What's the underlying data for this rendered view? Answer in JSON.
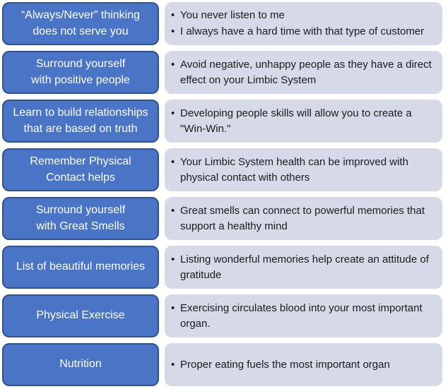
{
  "bullet_glyph": "•",
  "colors": {
    "left_box_fill": "#4A74C6",
    "left_box_border": "#2F5291",
    "right_box_fill": "#D6D9E8",
    "heading_text": "#FFFFFF",
    "body_text": "#1B1B1B",
    "background": "#FFFFFF"
  },
  "rows": [
    {
      "heading": "“Always/Never” thinking does not serve you",
      "bullets": [
        "You never listen to me",
        "I always have a hard time with that type of customer"
      ]
    },
    {
      "heading": "Surround yourself with positive people",
      "bullets": [
        "Avoid negative, unhappy people as they have a direct effect on your Limbic System"
      ]
    },
    {
      "heading": "Learn to build relationships that are based on truth",
      "bullets": [
        "Developing people skills will allow you to create a \"Win-Win.\""
      ]
    },
    {
      "heading": "Remember Physical Contact helps",
      "bullets": [
        "Your Limbic System health can be improved with physical contact with others"
      ]
    },
    {
      "heading": "Surround yourself with Great Smells",
      "bullets": [
        "Great smells can connect to powerful memories that support a healthy mind"
      ]
    },
    {
      "heading": "List of beautiful memories",
      "bullets": [
        "Listing wonderful memories help create an attitude of gratitude"
      ]
    },
    {
      "heading": "Physical Exercise",
      "bullets": [
        "Exercising circulates blood into your most important organ."
      ]
    },
    {
      "heading": "Nutrition",
      "bullets": [
        "Proper eating fuels the most important organ"
      ]
    }
  ]
}
